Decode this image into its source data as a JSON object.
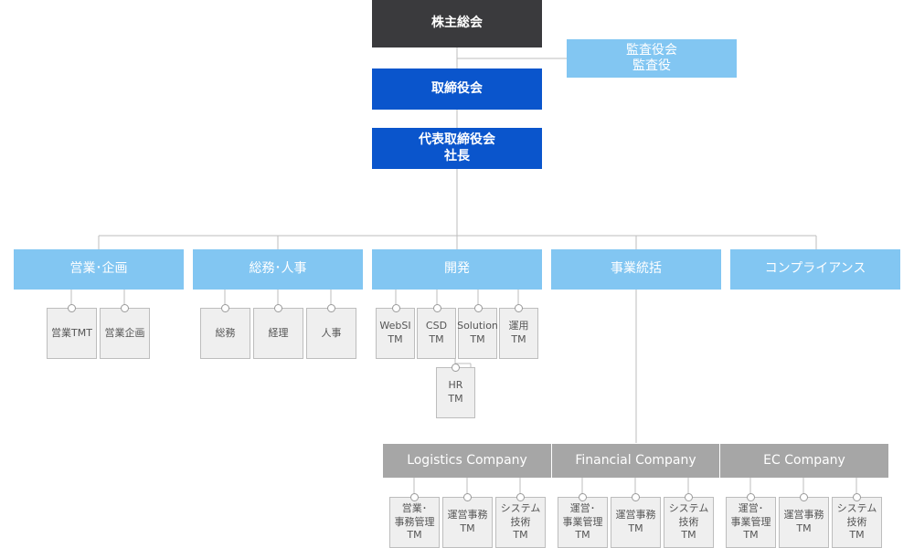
{
  "top": {
    "shareholders": "株主総会",
    "auditors": [
      "監査役会",
      "監査役"
    ],
    "board": "取締役会",
    "ceo": [
      "代表取締役会",
      "社長"
    ]
  },
  "departments": [
    {
      "label": "営業･企画",
      "teams": [
        [
          "営業TMT"
        ],
        [
          "営業企画"
        ]
      ]
    },
    {
      "label": "総務･人事",
      "teams": [
        [
          "総務"
        ],
        [
          "経理"
        ],
        [
          "人事"
        ]
      ]
    },
    {
      "label": "開発",
      "teams": [
        [
          "WebSI",
          "TM"
        ],
        [
          "CSD",
          "TM"
        ],
        [
          "Solution",
          "TM"
        ],
        [
          "運用",
          "TM"
        ],
        [
          "HR",
          "TM"
        ]
      ]
    },
    {
      "label": "事業統括",
      "teams": []
    },
    {
      "label": "コンプライアンス",
      "teams": []
    }
  ],
  "companies": [
    {
      "label": "Logistics Company",
      "teams": [
        [
          "営業･",
          "事務管理",
          "TM"
        ],
        [
          "運営事務",
          "TM"
        ],
        [
          "システム",
          "技術",
          "TM"
        ]
      ]
    },
    {
      "label": "Financial Company",
      "teams": [
        [
          "運営･",
          "事業管理",
          "TM"
        ],
        [
          "運営事務",
          "TM"
        ],
        [
          "システム",
          "技術",
          "TM"
        ]
      ]
    },
    {
      "label": "EC Company",
      "teams": [
        [
          "運営･",
          "事業管理",
          "TM"
        ],
        [
          "運営事務",
          "TM"
        ],
        [
          "システム",
          "技術",
          "TM"
        ]
      ]
    }
  ]
}
